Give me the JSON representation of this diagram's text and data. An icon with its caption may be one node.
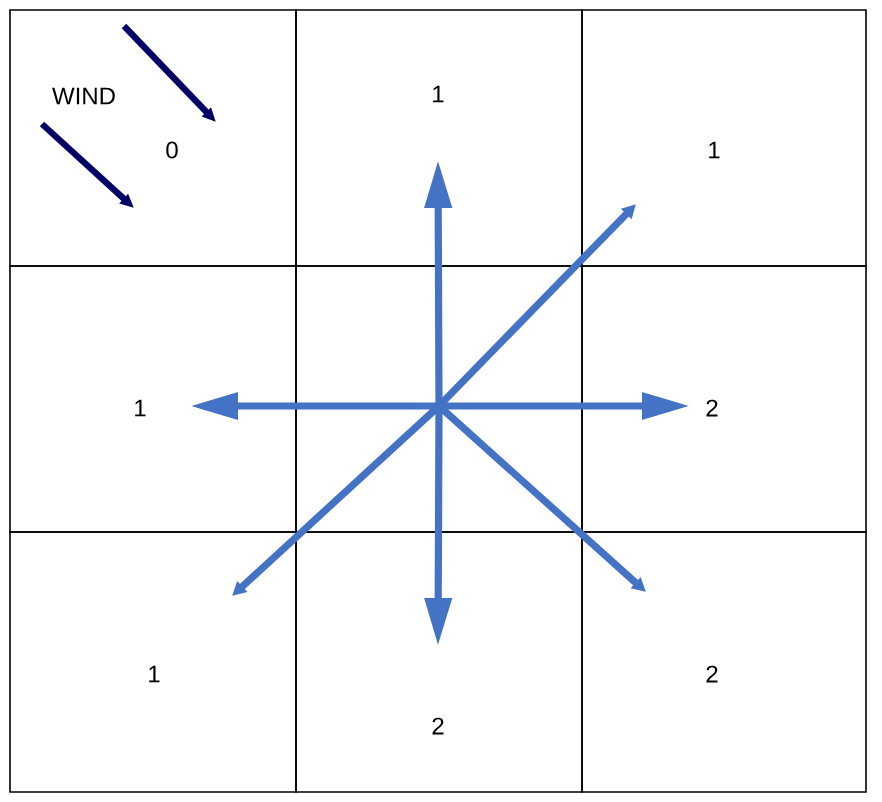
{
  "diagram": {
    "nodes": [
      {
        "text": [
          "WIND",
          "0"
        ]
      },
      {
        "text": [
          "1"
        ]
      },
      {
        "text": [
          "1"
        ]
      },
      {
        "text": [
          "1"
        ]
      },
      {
        "text": [],
        "shape": "box"
      },
      {
        "text": [
          "2"
        ]
      },
      {
        "text": [
          "1"
        ]
      },
      {
        "text": [
          "2"
        ]
      },
      {
        "text": [
          "2"
        ]
      }
    ],
    "edges": [
      {
        "from": 4,
        "to": 1,
        "arrow": "to"
      },
      {
        "from": 4,
        "to": 2,
        "arrow": "to"
      },
      {
        "from": 4,
        "to": 3,
        "arrow": "to"
      },
      {
        "from": 4,
        "to": 5,
        "arrow": "to"
      },
      {
        "from": 4,
        "to": 6,
        "arrow": "to"
      },
      {
        "from": 4,
        "to": 7,
        "arrow": "to"
      },
      {
        "from": 4,
        "to": 8,
        "arrow": "to"
      }
    ]
  }
}
